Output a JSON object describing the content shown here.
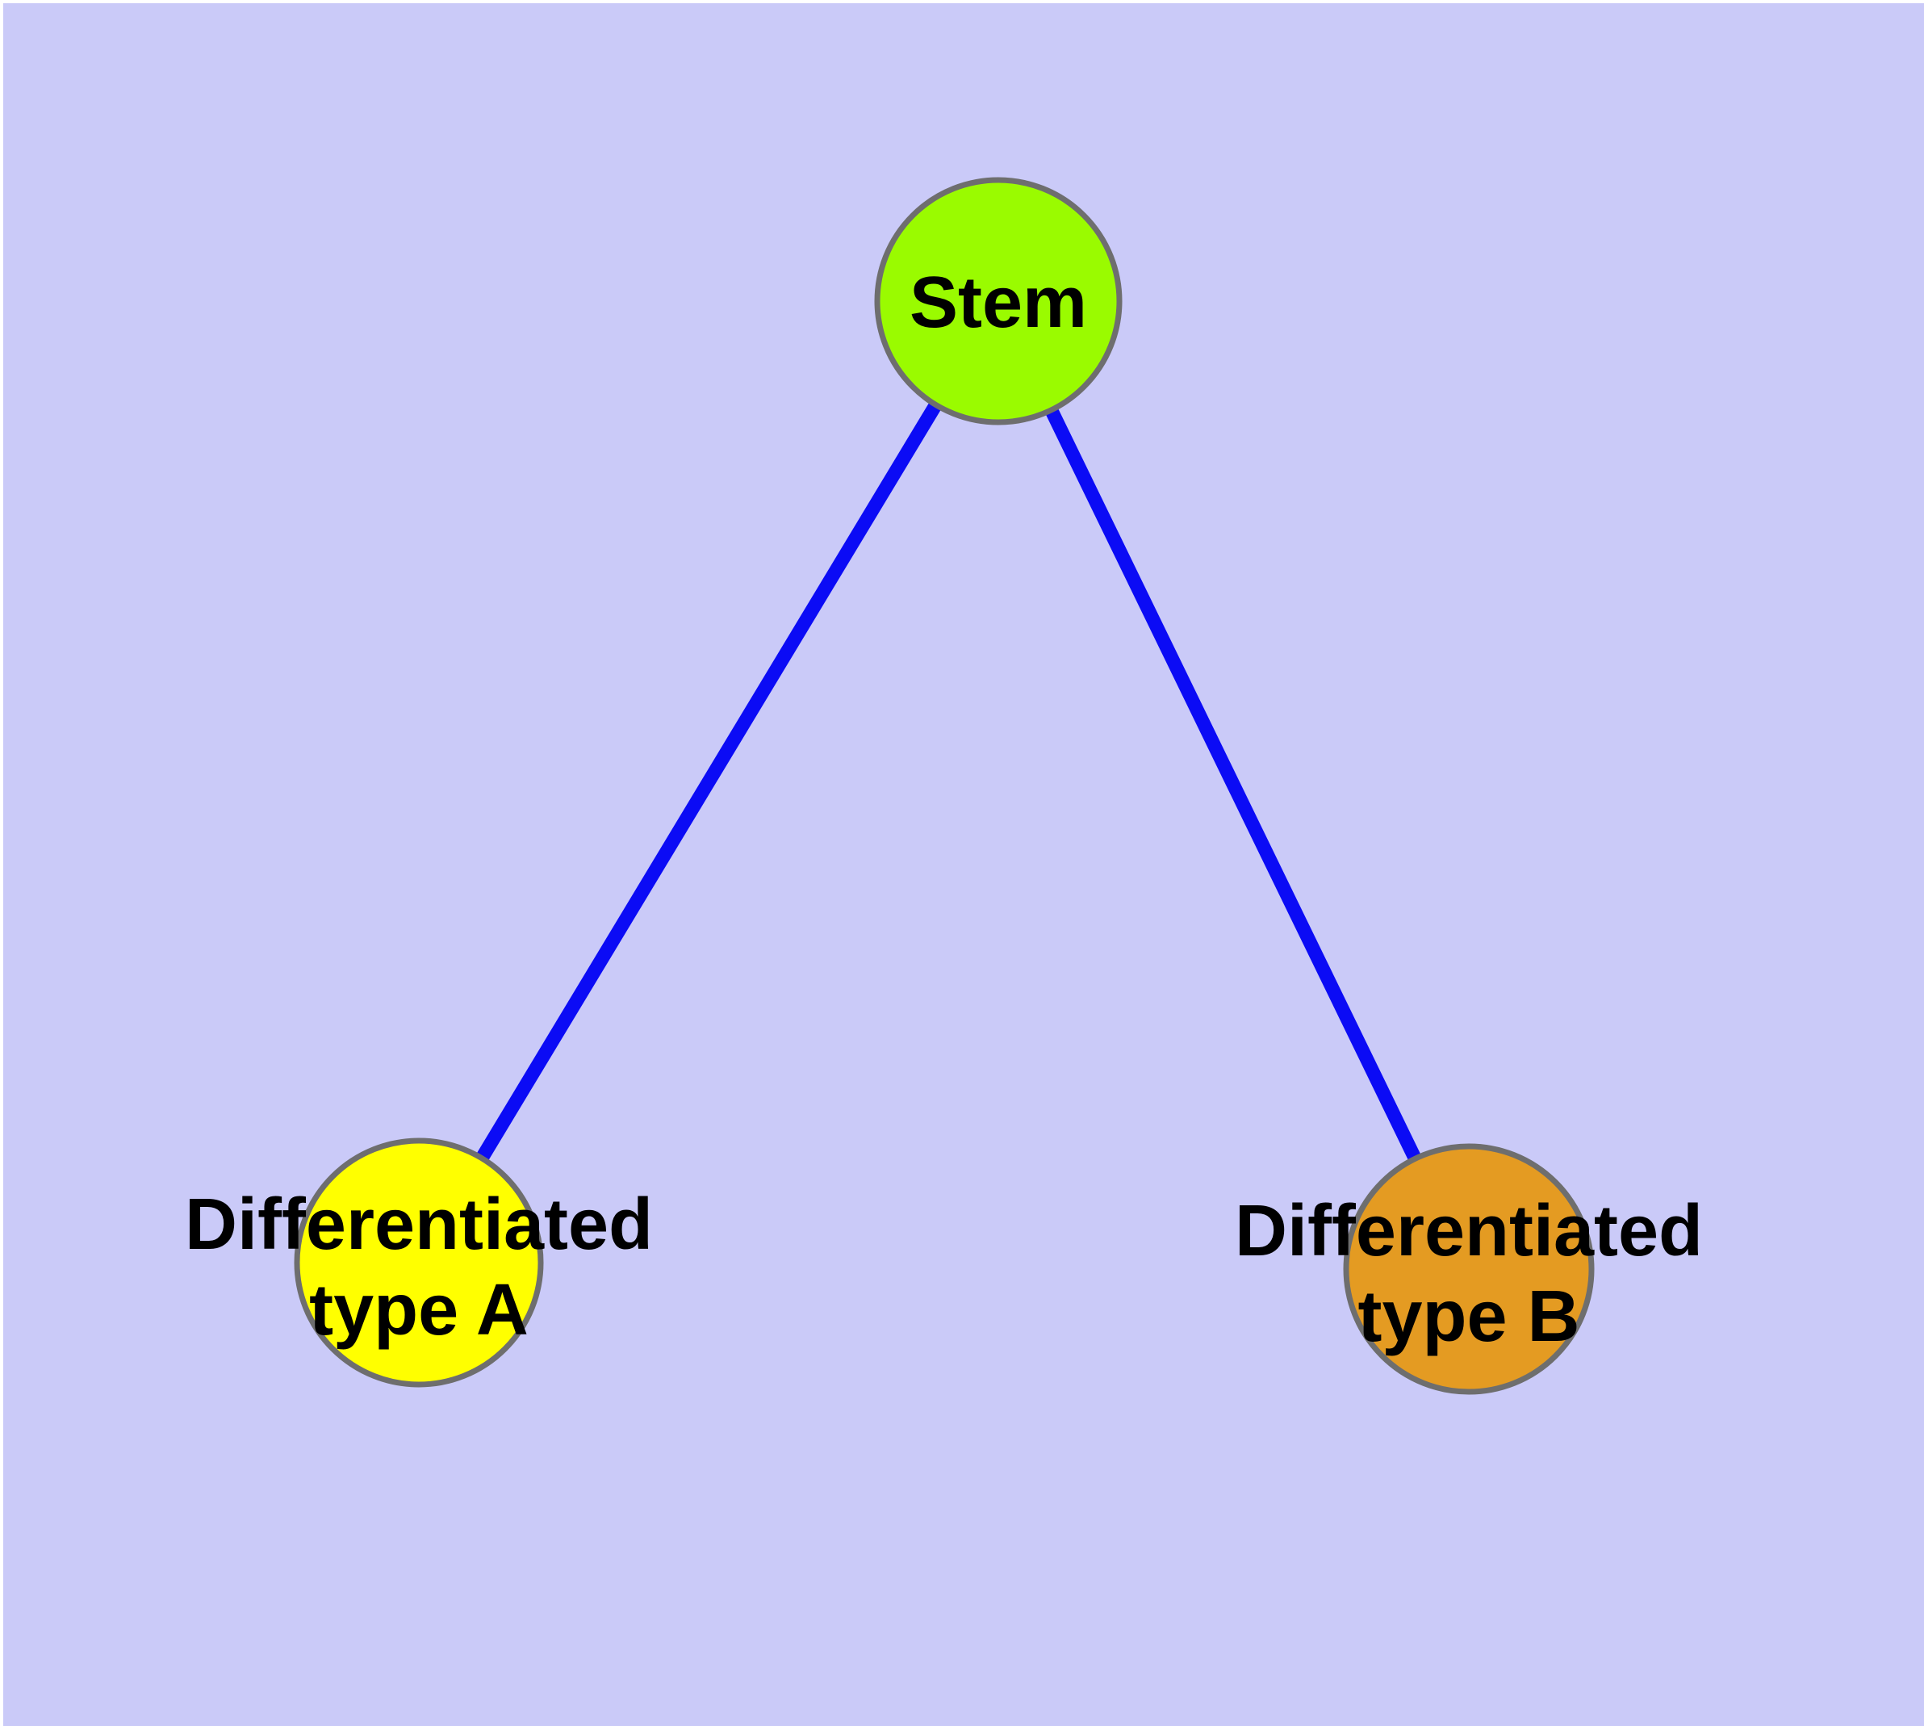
{
  "window": {
    "frame_color": "#ffffff"
  },
  "canvas": {
    "background_color": "#cacaf8",
    "label_color": "#000000"
  },
  "graph": {
    "nodes": [
      {
        "id": "stem",
        "label": "Stem",
        "fill": "#9afb00",
        "stroke": "#6e6e6e"
      },
      {
        "id": "differentiated-type-a",
        "label_line1": "Differentiated",
        "label_line2": "type A",
        "fill": "#ffff00",
        "stroke": "#6e6e6e"
      },
      {
        "id": "differentiated-type-b",
        "label_line1": "Differentiated",
        "label_line2": "type B",
        "fill": "#e49b22",
        "stroke": "#6e6e6e"
      }
    ],
    "edges": [
      {
        "from": "stem",
        "to": "differentiated-type-a",
        "color": "#0b0bf5"
      },
      {
        "from": "stem",
        "to": "differentiated-type-b",
        "color": "#0b0bf5"
      }
    ]
  }
}
